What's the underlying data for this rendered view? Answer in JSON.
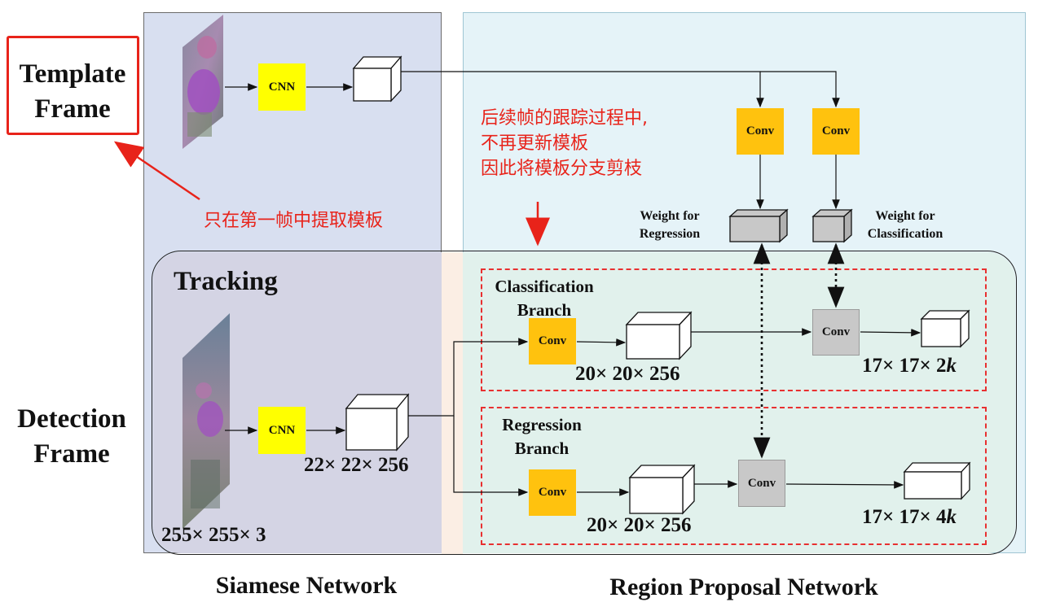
{
  "labels": {
    "template_frame": [
      "Template",
      "Frame"
    ],
    "detection_frame": [
      "Detection",
      "Frame"
    ],
    "tracking": "Tracking",
    "siamese_network": "Siamese Network",
    "region_proposal_network": "Region Proposal Network",
    "classification_branch": [
      "Classification",
      "Branch"
    ],
    "regression_branch": [
      "Regression",
      "Branch"
    ],
    "weight_regression": [
      "Weight for",
      "Regression"
    ],
    "weight_classification": [
      "Weight for",
      "Classification"
    ]
  },
  "blocks": {
    "cnn": "CNN",
    "conv": "Conv"
  },
  "dimensions": {
    "input": "255× 255× 3",
    "cnn_out": "22× 22× 256",
    "cls_feat": "20× 20× 256",
    "reg_feat": "20× 20× 256",
    "cls_out_prefix": "17× 17× 2",
    "cls_out_k": "k",
    "reg_out_prefix": "17× 17× 4",
    "reg_out_k": "k"
  },
  "annotations": {
    "template_only": "只在第一帧中提取模板",
    "pruning": [
      "后续帧的跟踪过程中,",
      "不再更新模板",
      "因此将模板分支剪枝"
    ]
  },
  "colors": {
    "cnn_block": "#ffff00",
    "conv_block": "#ffc20e",
    "weight_conv": "#c8c8c8",
    "annotation_red": "#e8231a"
  }
}
